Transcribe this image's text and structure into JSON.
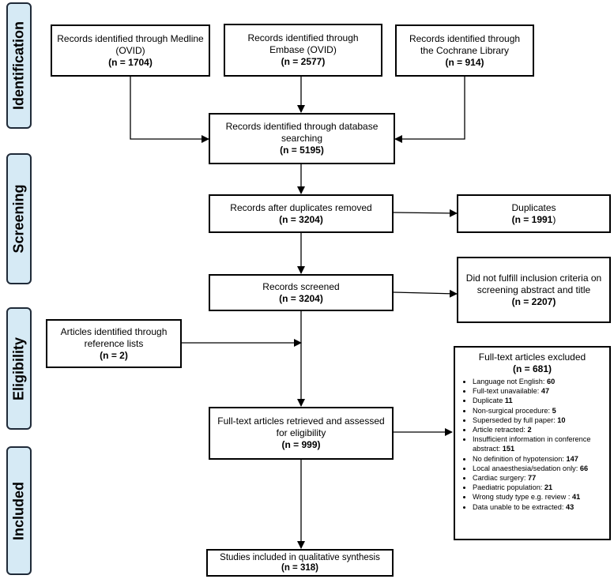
{
  "stages": [
    {
      "id": "identification",
      "label": "Identification"
    },
    {
      "id": "screening",
      "label": "Screening"
    },
    {
      "id": "eligibility",
      "label": "Eligibility"
    },
    {
      "id": "included",
      "label": "Included"
    }
  ],
  "boxes": {
    "medline": {
      "text": "Records identified through Medline (OVID)",
      "n": "(n = 1704)"
    },
    "embase": {
      "text": "Records identified through Embase (OVID)",
      "n": "(n = 2577)"
    },
    "cochrane": {
      "text": "Records identified through the Cochrane Library",
      "n": "(n = 914)"
    },
    "database": {
      "text": "Records identified through database searching",
      "n": "(n = 5195)"
    },
    "after_duplicates": {
      "text": "Records after duplicates removed",
      "n": "(n = 3204)"
    },
    "duplicates": {
      "text": "Duplicates",
      "n": "(n = 1991",
      "n_close": ")"
    },
    "screened": {
      "text": "Records screened",
      "n": "(n = 3204)"
    },
    "not_fulfill": {
      "text": "Did not fulfill inclusion criteria on screening abstract and title",
      "n": "(n = 2207)"
    },
    "reference": {
      "text": "Articles identified through reference lists",
      "n": "(n = 2)"
    },
    "fulltext": {
      "text": "Full-text articles retrieved and assessed for eligibility",
      "n": "(n = 999)"
    },
    "included": {
      "text": "Studies included in qualitative synthesis",
      "n": "(n = 318)"
    }
  },
  "excluded": {
    "title": "Full-text articles excluded",
    "n": "(n = 681)",
    "items": [
      {
        "label": "Language not English: ",
        "value": "60"
      },
      {
        "label": "Full-text unavailable: ",
        "value": "47"
      },
      {
        "label": "Duplicate ",
        "value": "11"
      },
      {
        "label": "Non-surgical procedure: ",
        "value": "5"
      },
      {
        "label": "Superseded by full paper: ",
        "value": "10"
      },
      {
        "label": "Article retracted: ",
        "value": "2"
      },
      {
        "label": "Insufficient information in conference abstract: ",
        "value": "151"
      },
      {
        "label": "No definition of hypotension: ",
        "value": "147"
      },
      {
        "label": "Local anaesthesia/sedation only: ",
        "value": "66"
      },
      {
        "label": "Cardiac surgery: ",
        "value": "77"
      },
      {
        "label": "Paediatric population: ",
        "value": "21"
      },
      {
        "label": "Wrong study type e.g. review : ",
        "value": "41"
      },
      {
        "label": "Data unable to be extracted: ",
        "value": "43"
      }
    ]
  }
}
